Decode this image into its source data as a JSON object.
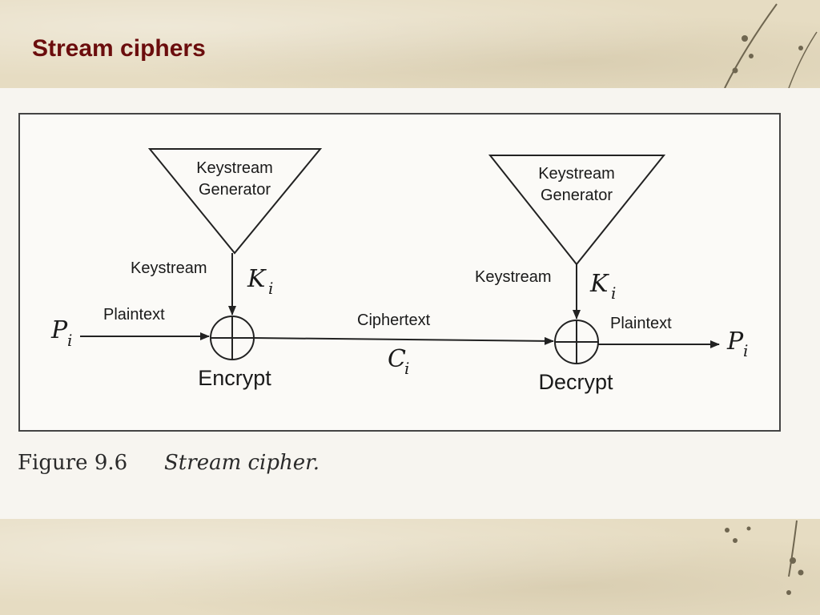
{
  "slide": {
    "title": "Stream ciphers"
  },
  "diagram": {
    "left": {
      "generator_line1": "Keystream",
      "generator_line2": "Generator",
      "keystream_label": "Keystream",
      "key_symbol": "K",
      "key_subscript": "i",
      "input_label": "Plaintext",
      "input_symbol": "P",
      "input_subscript": "i",
      "operation_label": "Encrypt"
    },
    "channel": {
      "label": "Ciphertext",
      "symbol": "C",
      "subscript": "i"
    },
    "right": {
      "generator_line1": "Keystream",
      "generator_line2": "Generator",
      "keystream_label": "Keystream",
      "key_symbol": "K",
      "key_subscript": "i",
      "output_label": "Plaintext",
      "output_symbol": "P",
      "output_subscript": "i",
      "operation_label": "Decrypt"
    },
    "caption": {
      "number": "Figure 9.6",
      "text": "Stream cipher."
    }
  }
}
